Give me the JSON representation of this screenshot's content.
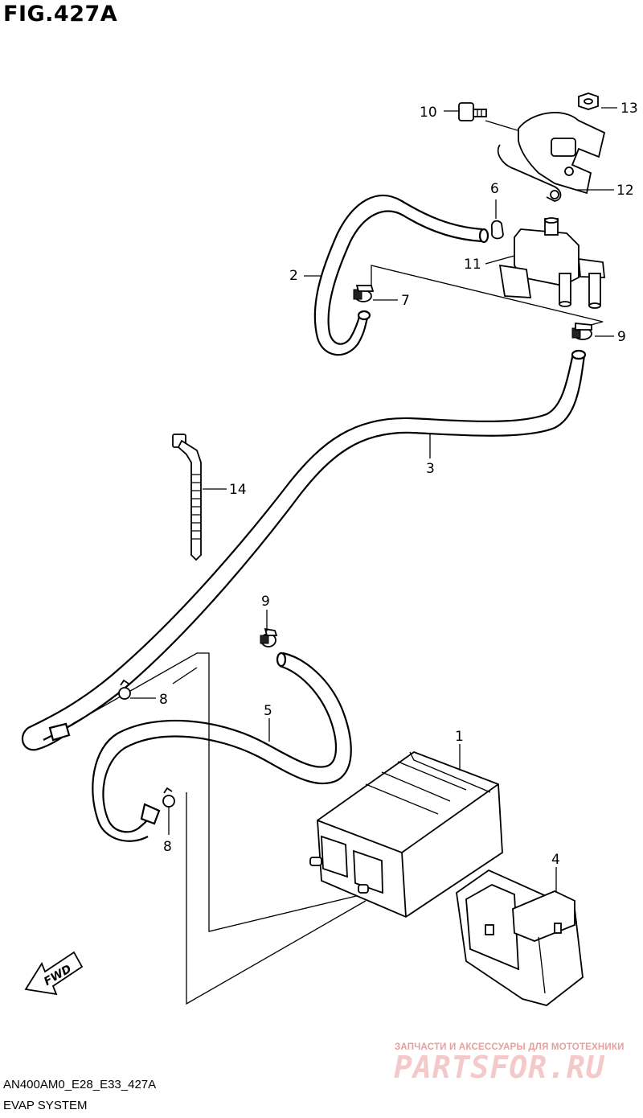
{
  "title": "FIG.427A",
  "code": "AN400AM0_E28_E33_427A",
  "system": "EVAP SYSTEM",
  "direction_label": "FWD",
  "watermark": {
    "tagline": "ЗАПЧАСТИ И АКСЕССУАРЫ ДЛЯ МОТОТЕХНИКИ",
    "logo": "PARTSFOR.RU"
  },
  "callouts": [
    {
      "id": "c1",
      "number": "1"
    },
    {
      "id": "c2",
      "number": "2"
    },
    {
      "id": "c3",
      "number": "3"
    },
    {
      "id": "c4",
      "number": "4"
    },
    {
      "id": "c5",
      "number": "5"
    },
    {
      "id": "c6",
      "number": "6"
    },
    {
      "id": "c7",
      "number": "7"
    },
    {
      "id": "c8a",
      "number": "8"
    },
    {
      "id": "c8b",
      "number": "8"
    },
    {
      "id": "c9a",
      "number": "9"
    },
    {
      "id": "c9b",
      "number": "9"
    },
    {
      "id": "c10",
      "number": "10"
    },
    {
      "id": "c11",
      "number": "11"
    },
    {
      "id": "c12",
      "number": "12"
    },
    {
      "id": "c13",
      "number": "13"
    },
    {
      "id": "c14",
      "number": "14"
    }
  ]
}
